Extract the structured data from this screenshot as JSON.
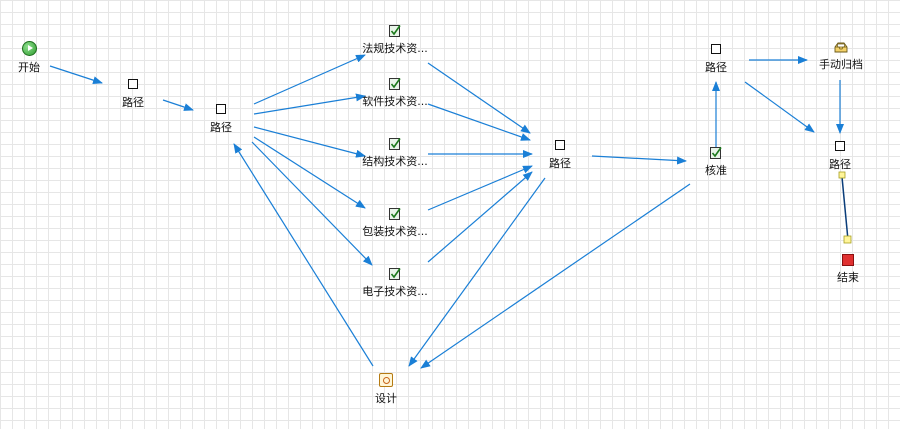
{
  "diagram": {
    "nodes": {
      "start": {
        "label": "开始",
        "icon": "start-icon"
      },
      "route_1": {
        "label": "路径",
        "icon": "route-icon"
      },
      "route_2": {
        "label": "路径",
        "icon": "route-icon"
      },
      "task_regulation": {
        "label": "法规技术资...",
        "icon": "task-icon"
      },
      "task_software": {
        "label": "软件技术资...",
        "icon": "task-icon"
      },
      "task_structure": {
        "label": "结构技术资...",
        "icon": "task-icon"
      },
      "task_packaging": {
        "label": "包装技术资...",
        "icon": "task-icon"
      },
      "task_electronic": {
        "label": "电子技术资...",
        "icon": "task-icon"
      },
      "route_3": {
        "label": "路径",
        "icon": "route-icon"
      },
      "design": {
        "label": "设计",
        "icon": "design-icon"
      },
      "review": {
        "label": "核准",
        "icon": "task-icon"
      },
      "route_4": {
        "label": "路径",
        "icon": "route-icon"
      },
      "manual_archive": {
        "label": "手动归档",
        "icon": "archive-icon"
      },
      "route_5": {
        "label": "路径",
        "icon": "route-icon"
      },
      "end": {
        "label": "结束",
        "icon": "end-icon"
      }
    },
    "colors": {
      "arrow": "#1a7fd6",
      "grid": "#e6e6e6",
      "final_link": "#0a3d7a"
    }
  }
}
